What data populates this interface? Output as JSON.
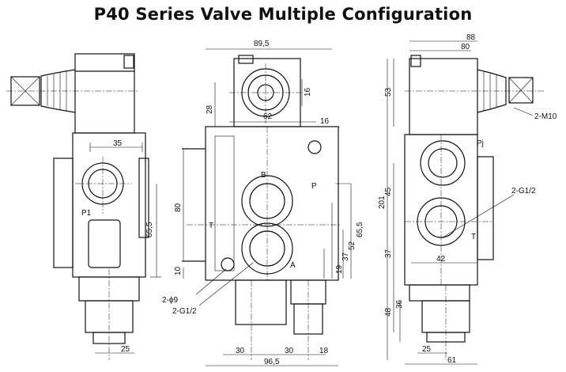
{
  "title": "P40 Series Valve Multiple Configuration",
  "left_view": {
    "dims": [
      "35",
      "65,5",
      "25"
    ],
    "ports": [
      "P1"
    ]
  },
  "front_view": {
    "dims": [
      "89,5",
      "62",
      "28",
      "16",
      "16",
      "80",
      "65,5",
      "52",
      "37",
      "19",
      "10",
      "30",
      "30",
      "18",
      "96,5"
    ],
    "ports": [
      "B",
      "P",
      "T",
      "A"
    ],
    "callouts": [
      "2-ϕ9",
      "2-G1/2"
    ]
  },
  "right_view": {
    "dims": [
      "88",
      "80",
      "53",
      "2-M10",
      "45",
      "201",
      "37",
      "42",
      "36",
      "48",
      "25",
      "61"
    ],
    "ports": [
      "Pj",
      "T"
    ],
    "callouts": [
      "2-G1/2"
    ]
  }
}
